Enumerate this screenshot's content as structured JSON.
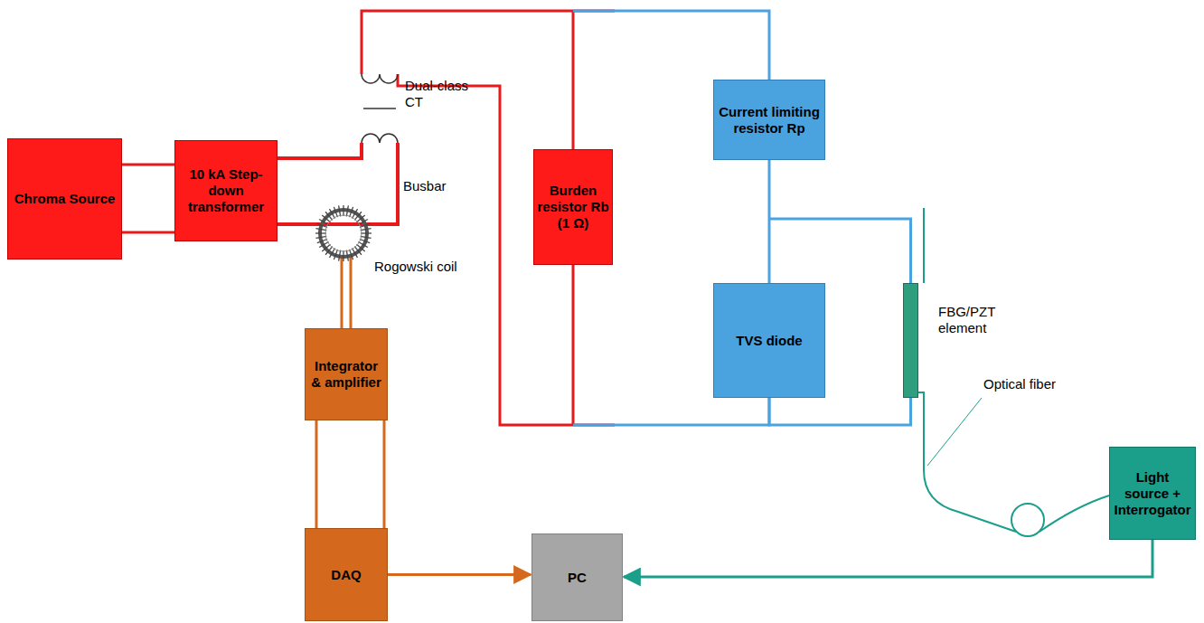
{
  "diagram": {
    "nodes": [
      {
        "text": [
          "Chroma Source"
        ]
      },
      {
        "text": [
          "10 kA Step-down transformer"
        ]
      },
      {
        "text": [
          "Burden resistor Rb (1 Ω)"
        ]
      },
      {
        "text": [
          "Current limiting resistor Rp"
        ]
      },
      {
        "text": [
          "TVS diode"
        ]
      },
      {
        "text": [
          "Integrator & amplifier"
        ]
      },
      {
        "text": [
          "DAQ"
        ]
      },
      {
        "text": [
          "PC"
        ]
      },
      {
        "text": [
          "Light source + Interrogator"
        ]
      },
      {
        "text": [
          "FBG/PZT element"
        ]
      }
    ],
    "edges": [
      {
        "from": 0,
        "to": 1,
        "arrow": "none"
      },
      {
        "from": 2,
        "to": 3,
        "arrow": "none"
      },
      {
        "from": 3,
        "to": 4,
        "arrow": "none"
      },
      {
        "from": 3,
        "to": 9,
        "arrow": "none"
      },
      {
        "from": 2,
        "to": 4,
        "arrow": "none"
      },
      {
        "from": 4,
        "to": 9,
        "arrow": "none"
      },
      {
        "from": 5,
        "to": 6,
        "arrow": "none"
      },
      {
        "from": 6,
        "to": 7,
        "arrow": "to"
      },
      {
        "from": 8,
        "to": 7,
        "arrow": "to"
      },
      {
        "from": 9,
        "to": 8,
        "arrow": "none"
      }
    ],
    "labels": [
      "Dual-class CT",
      "Busbar",
      "Rogowski coil",
      "Optical fiber"
    ]
  }
}
